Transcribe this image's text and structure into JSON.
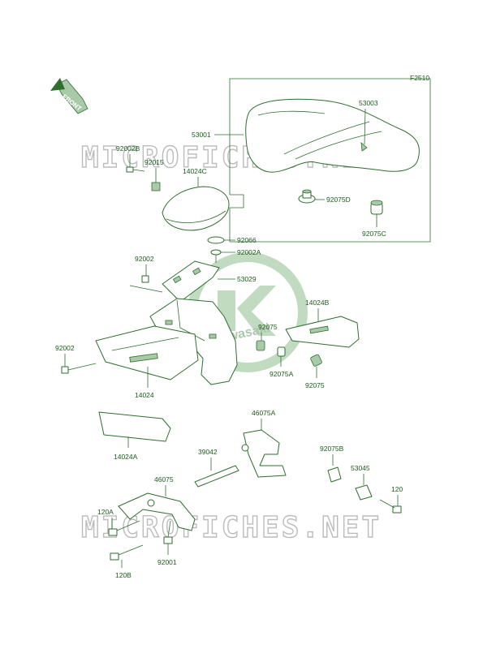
{
  "diagram_code": "F2510",
  "front_label": "FRONT",
  "watermark_top": "MICROFICHES.NET",
  "watermark_bottom": "MICROFICHES.NET",
  "logo_text": "Kawasaki",
  "parts": {
    "p53001": "53001",
    "p53003": "53003",
    "p92075D": "92075D",
    "p92075C": "92075C",
    "p92002B": "92002B",
    "p92015": "92015",
    "p14024C": "14024C",
    "p92066": "92066",
    "p92002A": "92002A",
    "p92002_top": "92002",
    "p53029": "53029",
    "p14024B": "14024B",
    "p92075_mid": "92075",
    "p92075A": "92075A",
    "p92075_low": "92075",
    "p92002_left": "92002",
    "p14024": "14024",
    "p46075A": "46075A",
    "p14024A": "14024A",
    "p39042": "39042",
    "p92075B": "92075B",
    "p53045": "53045",
    "p46075": "46075",
    "p120": "120",
    "p120A": "120A",
    "p92001": "92001",
    "p120B": "120B"
  },
  "colors": {
    "line": "#2f6e2f",
    "label": "#1c5a1c",
    "watermark": "#bcbcbc",
    "logo": "#8fbf8f"
  }
}
